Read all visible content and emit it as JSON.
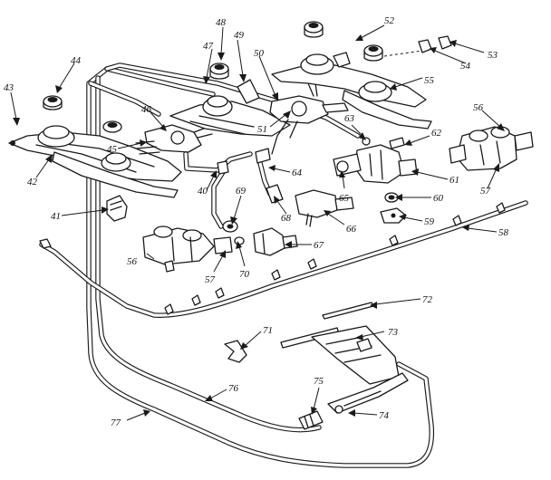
{
  "callouts": {
    "c41": "41",
    "c42": "42",
    "c43": "43",
    "c44": "44",
    "c45": "45",
    "c46": "46",
    "c47": "47",
    "c48": "48",
    "c49": "49",
    "c50": "50",
    "c51": "51",
    "c52": "52",
    "c53": "53",
    "c54": "54",
    "c55": "55",
    "c56a": "56",
    "c56b": "56",
    "c57a": "57",
    "c57b": "57",
    "c58": "58",
    "c59": "59",
    "c60": "60",
    "c61": "61",
    "c62": "62",
    "c63": "63",
    "c64": "64",
    "c65": "65",
    "c66": "66",
    "c67": "67",
    "c68": "68",
    "c69": "69",
    "c70": "70",
    "c71": "71",
    "c72": "72",
    "c73": "73",
    "c74": "74",
    "c75": "75",
    "c76": "76",
    "c77": "77",
    "c40": "40"
  }
}
